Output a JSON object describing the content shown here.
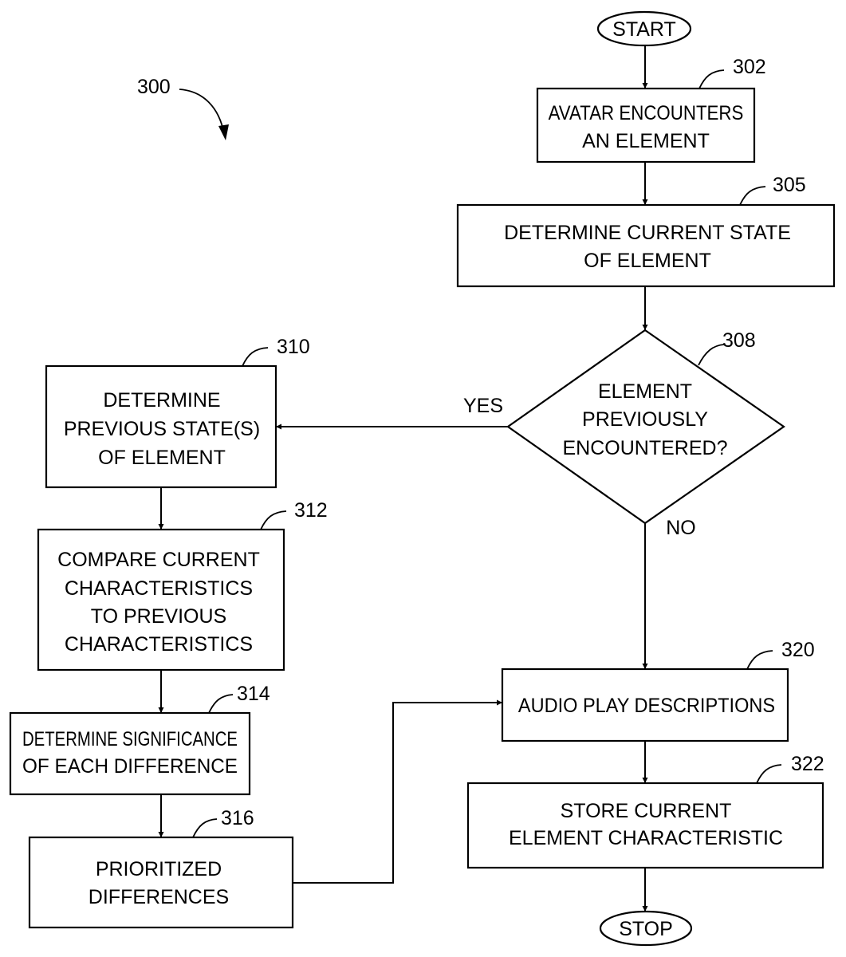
{
  "figure": {
    "reference": "300"
  },
  "nodes": {
    "start": {
      "type": "terminal",
      "lines": [
        "START"
      ]
    },
    "n302": {
      "ref": "302",
      "type": "process",
      "lines": [
        "AVATAR ENCOUNTERS",
        "AN ELEMENT"
      ]
    },
    "n305": {
      "ref": "305",
      "type": "process",
      "lines": [
        "DETERMINE CURRENT STATE",
        "OF ELEMENT"
      ]
    },
    "n308": {
      "ref": "308",
      "type": "decision",
      "lines": [
        "ELEMENT",
        "PREVIOUSLY",
        "ENCOUNTERED?"
      ]
    },
    "n310": {
      "ref": "310",
      "type": "process",
      "lines": [
        "DETERMINE",
        "PREVIOUS STATE(S)",
        "OF ELEMENT"
      ]
    },
    "n312": {
      "ref": "312",
      "type": "process",
      "lines": [
        "COMPARE CURRENT",
        "CHARACTERISTICS",
        "TO PREVIOUS",
        "CHARACTERISTICS"
      ]
    },
    "n314": {
      "ref": "314",
      "type": "process",
      "lines": [
        "DETERMINE SIGNIFICANCE",
        "OF EACH DIFFERENCE"
      ]
    },
    "n316": {
      "ref": "316",
      "type": "process",
      "lines": [
        "PRIORITIZED",
        "DIFFERENCES"
      ]
    },
    "n320": {
      "ref": "320",
      "type": "process",
      "lines": [
        "AUDIO PLAY DESCRIPTIONS"
      ]
    },
    "n322": {
      "ref": "322",
      "type": "process",
      "lines": [
        "STORE CURRENT",
        "ELEMENT CHARACTERISTIC"
      ]
    },
    "stop": {
      "type": "terminal",
      "lines": [
        "STOP"
      ]
    }
  },
  "edges": [
    {
      "from": "start",
      "to": "n302",
      "label": ""
    },
    {
      "from": "n302",
      "to": "n305",
      "label": ""
    },
    {
      "from": "n305",
      "to": "n308",
      "label": ""
    },
    {
      "from": "n308",
      "to": "n310",
      "label": "YES"
    },
    {
      "from": "n308",
      "to": "n320",
      "label": "NO"
    },
    {
      "from": "n310",
      "to": "n312",
      "label": ""
    },
    {
      "from": "n312",
      "to": "n314",
      "label": ""
    },
    {
      "from": "n314",
      "to": "n316",
      "label": ""
    },
    {
      "from": "n316",
      "to": "n320",
      "label": ""
    },
    {
      "from": "n320",
      "to": "n322",
      "label": ""
    },
    {
      "from": "n322",
      "to": "stop",
      "label": ""
    }
  ],
  "labels": {
    "yes": "YES",
    "no": "NO"
  }
}
